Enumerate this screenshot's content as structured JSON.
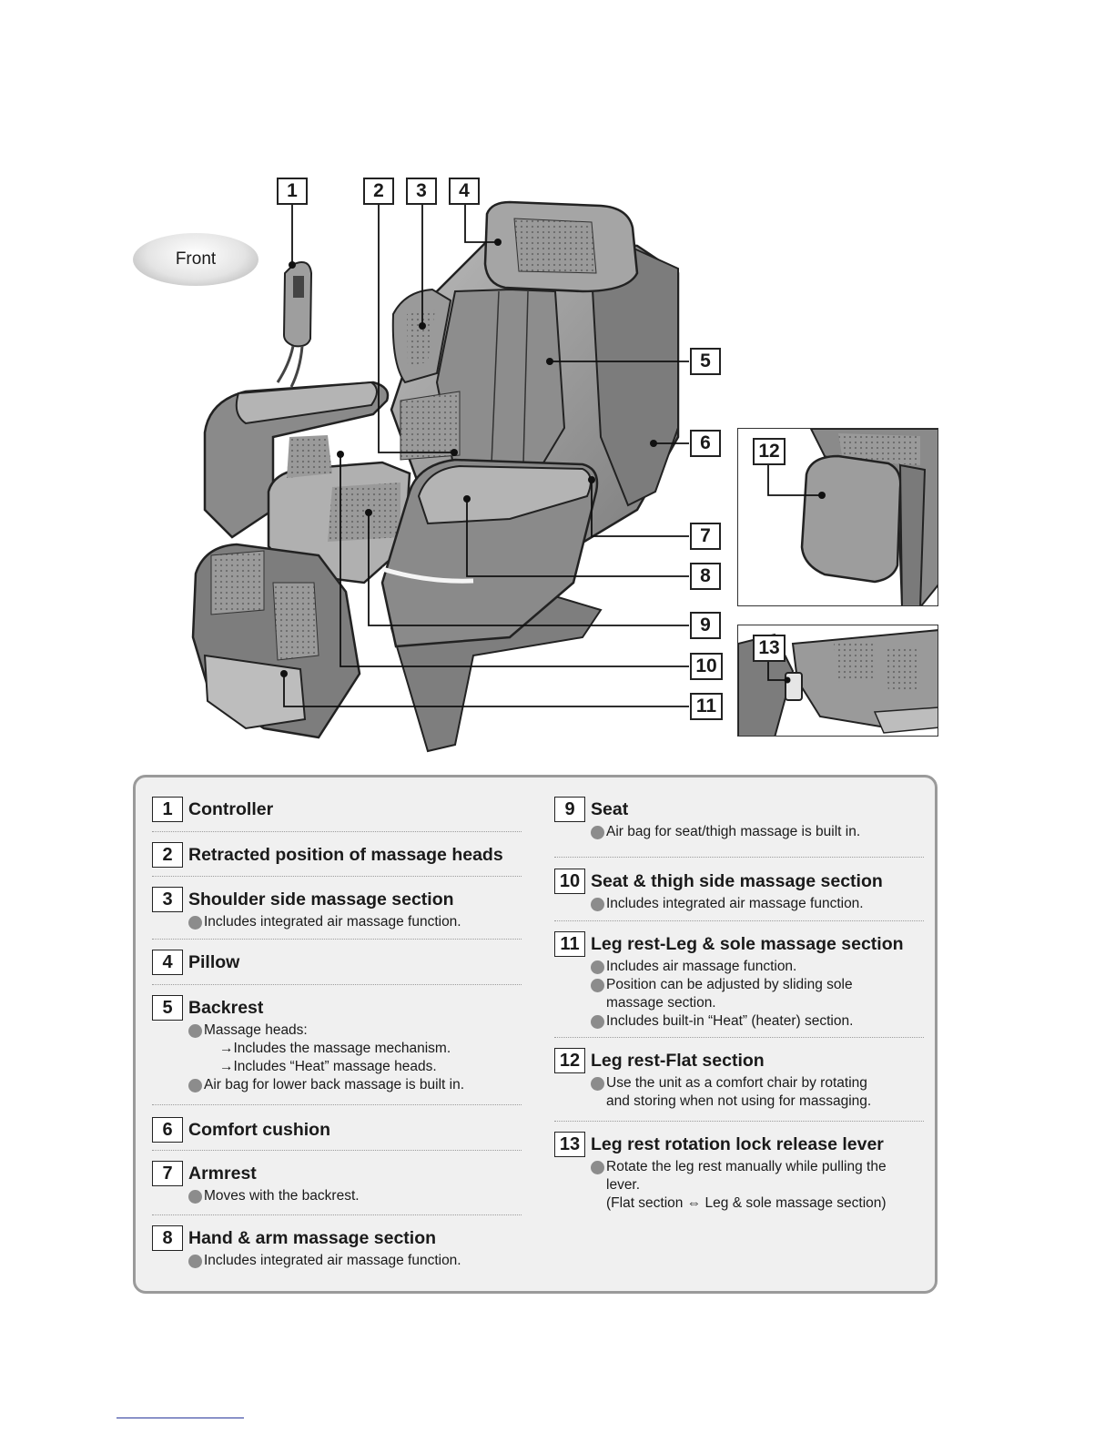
{
  "diagram": {
    "front_label": "Front",
    "callouts": [
      "1",
      "2",
      "3",
      "4",
      "5",
      "6",
      "7",
      "8",
      "9",
      "10",
      "11",
      "12",
      "13"
    ]
  },
  "legend": {
    "left": [
      {
        "num": "1",
        "title": "Controller",
        "notes": []
      },
      {
        "num": "2",
        "title": "Retracted position of massage heads",
        "notes": []
      },
      {
        "num": "3",
        "title": "Shoulder side massage section",
        "notes": [
          "Includes integrated air massage function."
        ]
      },
      {
        "num": "4",
        "title": "Pillow",
        "notes": []
      },
      {
        "num": "5",
        "title": "Backrest",
        "notes": [
          "Massage heads:"
        ],
        "subs": [
          "Includes the massage mechanism.",
          "Includes “Heat” massage heads."
        ],
        "notes2": [
          "Air bag for lower back massage is built in."
        ]
      },
      {
        "num": "6",
        "title": "Comfort cushion",
        "notes": []
      },
      {
        "num": "7",
        "title": "Armrest",
        "notes": [
          "Moves with the backrest."
        ]
      },
      {
        "num": "8",
        "title": "Hand & arm massage section",
        "notes": [
          "Includes integrated air massage function."
        ]
      }
    ],
    "right": [
      {
        "num": "9",
        "title": "Seat",
        "notes": [
          "Air bag for seat/thigh massage is built in."
        ]
      },
      {
        "num": "10",
        "title": "Seat & thigh side massage section",
        "notes": [
          "Includes integrated air massage function."
        ]
      },
      {
        "num": "11",
        "title": "Leg rest-Leg & sole massage section",
        "notes": [
          "Includes air massage function.",
          "Position can be adjusted by sliding sole",
          "Includes built-in “Heat” (heater) section."
        ],
        "cont": "massage section."
      },
      {
        "num": "12",
        "title": "Leg rest-Flat section",
        "notes": [
          "Use the unit as a comfort chair by rotating"
        ],
        "cont": "and storing when not using for massaging."
      },
      {
        "num": "13",
        "title": "Leg rest rotation lock release lever",
        "notes": [
          "Rotate the leg rest manually while pulling the"
        ],
        "cont_lines": [
          "lever.",
          "(Flat section ⇔ Leg & sole massage section)"
        ]
      }
    ]
  },
  "arrow_glyph": "→"
}
